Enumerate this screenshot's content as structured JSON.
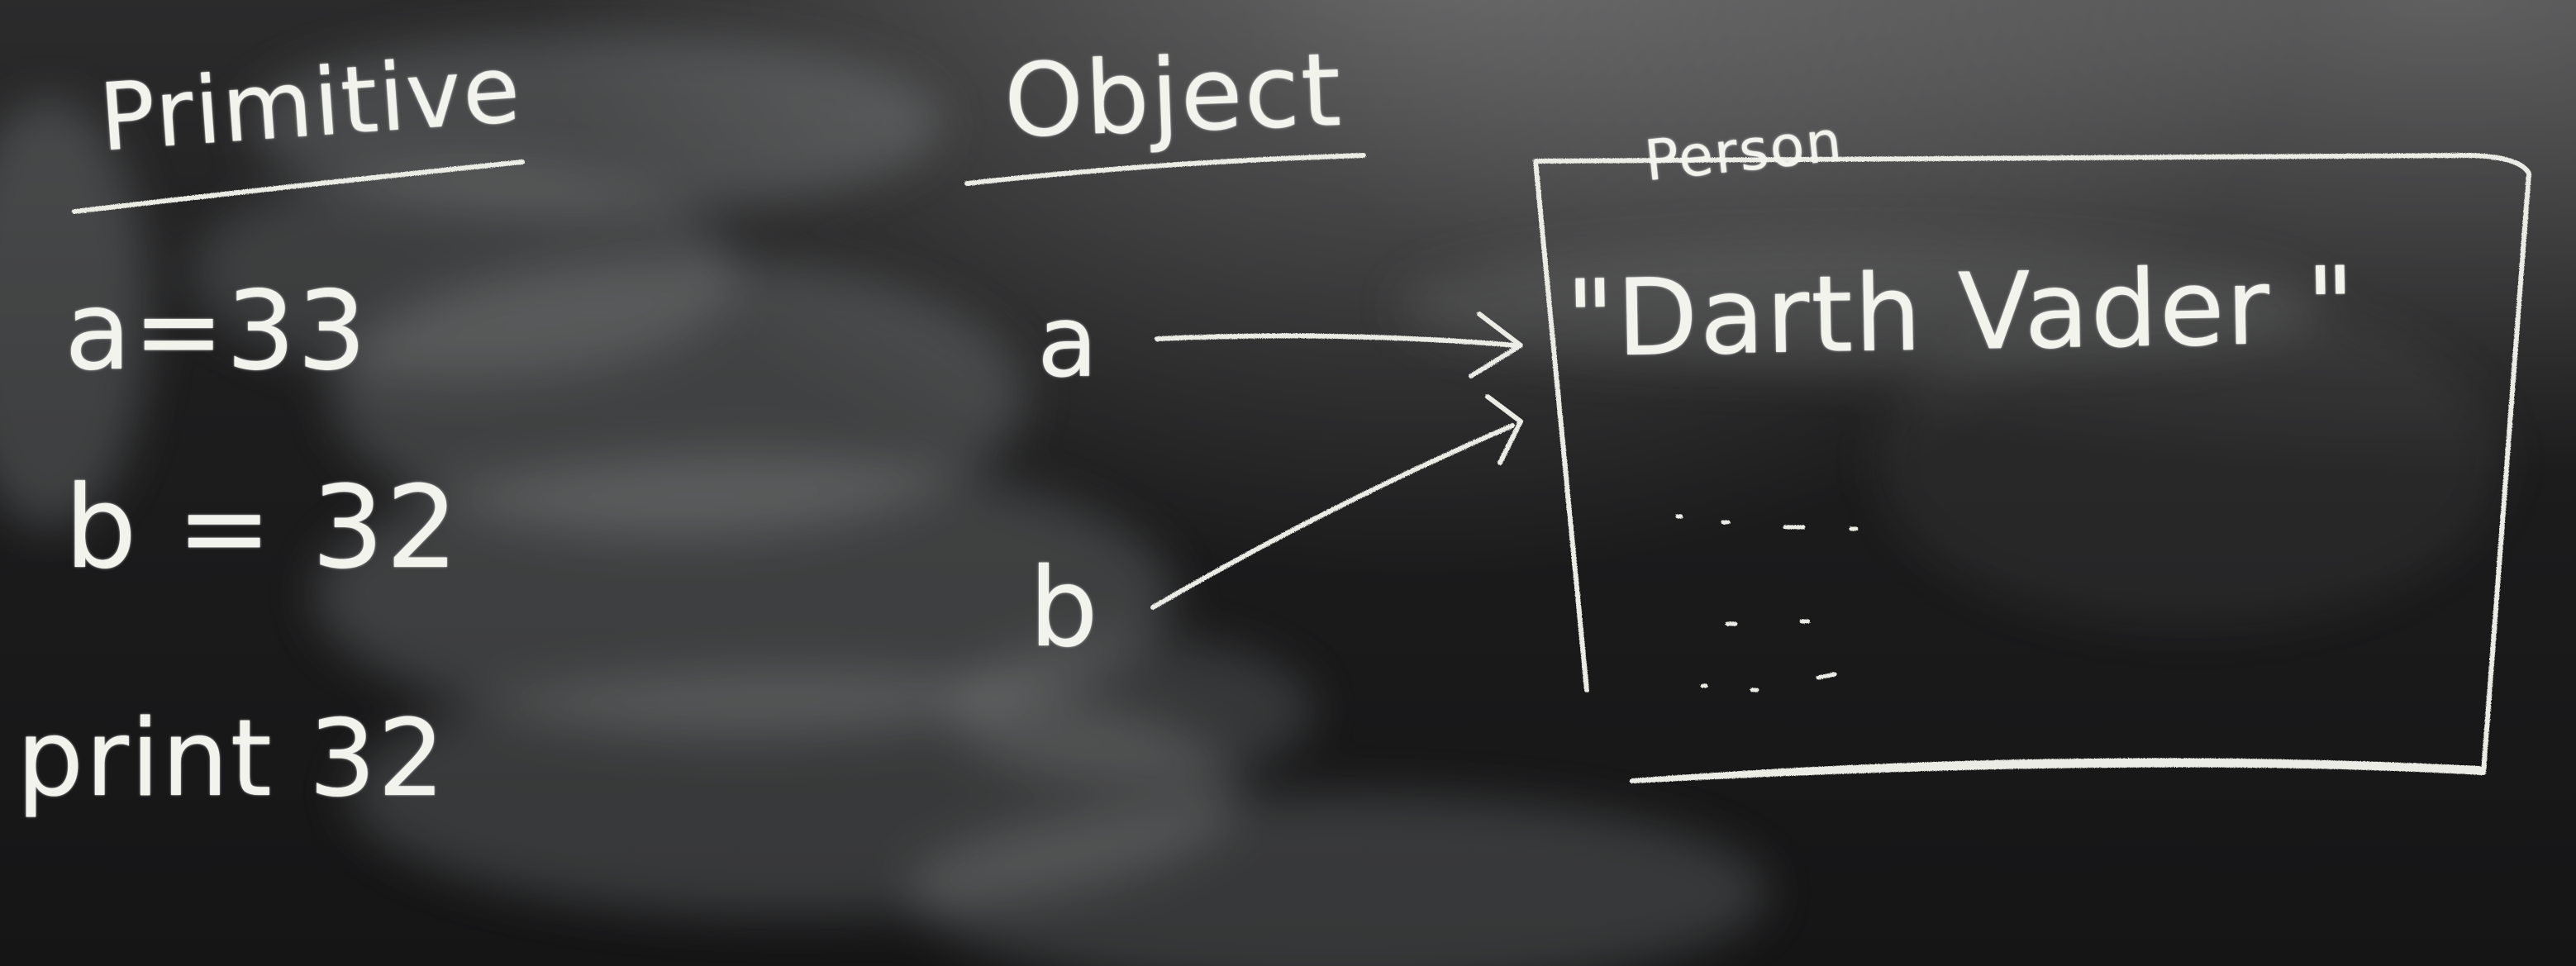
{
  "board": {
    "heading_primitive": "Primitive",
    "heading_object": "Object",
    "primitive_lines": {
      "a": "a=33",
      "b": "b = 32",
      "print": "print 32"
    },
    "object_vars": {
      "a": "a",
      "b": "b"
    },
    "box": {
      "label": "Person",
      "value": "\"Darth Vader \""
    }
  }
}
